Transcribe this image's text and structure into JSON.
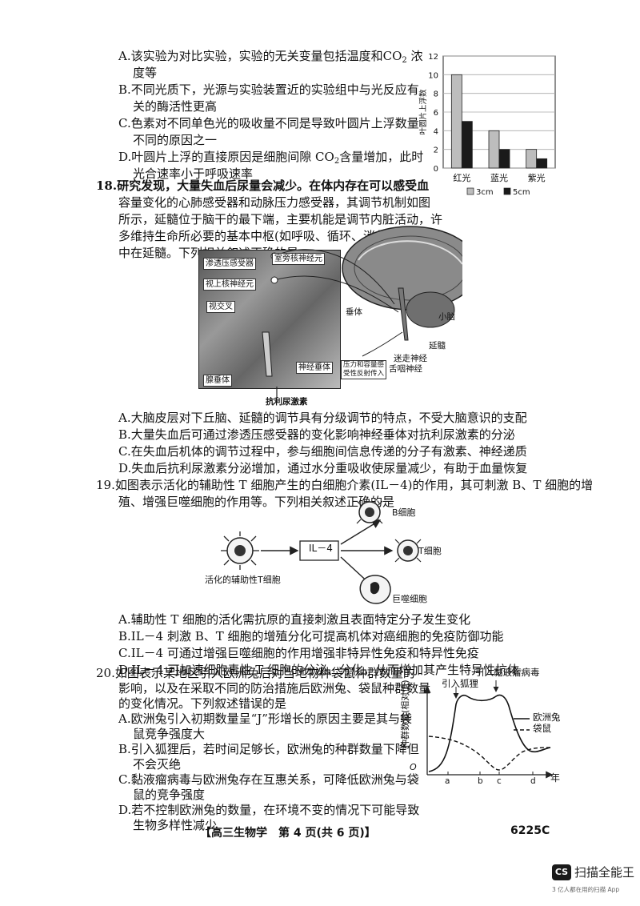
{
  "q17_options": {
    "A1": "A.该实验为对比实验，实验的无关变量包括温度和CO",
    "A1_sub": "2",
    "A1_tail": "浓",
    "A2": "度等",
    "B1": "B.不同光质下，光源与实验装置近的实验组中与光反应有",
    "B2": "关的酶活性更高",
    "C1": "C.色素对不同单色光的吸收量不同是导致叶圆片上浮数量",
    "C2": "不同的原因之一",
    "D1": "D.叶圆片上浮的直接原因是细胞间隙 CO",
    "D1_sub": "2",
    "D1_tail": "含量增加，此时",
    "D2": "光合速率小于呼吸速率"
  },
  "chart_data": {
    "type": "bar",
    "ylabel": "叶圆片上浮数",
    "categories": [
      "红光",
      "蓝光",
      "紫光"
    ],
    "series": [
      {
        "name": "3cm",
        "values": [
          10,
          4,
          2
        ],
        "color": "#bdbdbd"
      },
      {
        "name": "5cm",
        "values": [
          5,
          2,
          1
        ],
        "color": "#1a1a1a"
      }
    ],
    "ylim": [
      0,
      12
    ],
    "yticks": [
      "0",
      "2",
      "4",
      "6",
      "8",
      "10",
      "12"
    ],
    "legend_placement": "bottom"
  },
  "q18": {
    "l1": "18.研究发现，大量失血后尿量会减少。在体内存在可以感受血",
    "l2": "容量变化的心肺感受器和动脉压力感受器，其调节机制如图",
    "l3": "所示，延髓位于脑干的最下端，主要机能是调节内脏活动，许",
    "l4": "多维持生命所必要的基本中枢(如呼吸、循环、消化等)都集",
    "l5": "中在延髓。下列相关叙述正确的是",
    "figure_labels": {
      "osmo": "渗透压感受器",
      "pvn": "室旁核神经元",
      "son": "视上核神经元",
      "chiasm": "视交叉",
      "pituitary_gland": "腺垂体",
      "neurohypophysis": "神经垂体",
      "hypophysis": "垂体",
      "cerebellum": "小脑",
      "medulla": "延髓",
      "baro": "压力和容量感受性反射传入",
      "baro1": "压力和容量感",
      "baro2": "受性反射传入",
      "vagus": "迷走神经",
      "glosso": "舌咽神经",
      "adh": "抗利尿激素"
    },
    "A": "A.大脑皮层对下丘脑、延髓的调节具有分级调节的特点，不受大脑意识的支配",
    "B": "B.大量失血后可通过渗透压感受器的变化影响神经垂体对抗利尿激素的分泌",
    "C": "C.在失血后机体的调节过程中，参与细胞间信息传递的分子有激素、神经递质",
    "D": "D.失血后抗利尿激素分泌增加，通过水分重吸收使尿量减少，有助于血量恢复"
  },
  "q19": {
    "l1": "19.如图表示活化的辅助性 T 细胞产生的白细胞介素(IL－4)的作用，其可刺激 B、T 细胞的增",
    "l2": "殖、增强巨噬细胞的作用等。下列相关叙述正确的是",
    "figure_labels": {
      "il4": "IL－4",
      "b_cell": "B细胞",
      "t_cell": "T细胞",
      "macrophage": "巨噬细胞",
      "helper": "活化的辅助性T细胞"
    },
    "A": "A.辅助性 T 细胞的活化需抗原的直接刺激且表面特定分子发生变化",
    "B": "B.IL－4 刺激 B、T 细胞的增殖分化可提高机体对癌细胞的免疫防御功能",
    "C": "C.IL－4 可通过增强巨噬细胞的作用增强非特异性免疫和特异性免疫",
    "D": "D.IL－4 可加速细胞毒性 T 细胞的分泌、分化，从而增加其产生特异性抗体"
  },
  "q20": {
    "l1": "20.如图表示某地区引入欧洲兔后对当地物种袋鼠种群数量的",
    "l2": "影响，以及在采取不同的防治措施后欧洲兔、袋鼠种群数量",
    "l3": "的变化情况。下列叙述错误的是",
    "A1": "A.欧洲兔引入初期数量呈“J”形增长的原因主要是其与袋",
    "A2": "鼠竞争强度大",
    "B1": "B.引入狐狸后，若时间足够长，欧洲兔的种群数量下降但",
    "B2": "不会灭绝",
    "C1": "C.黏液瘤病毒与欧洲兔存在互惠关系，可降低欧洲兔与袋",
    "C2": "鼠的竞争强度",
    "D1": "D.若不控制欧洲兔的数量，在环境不变的情况下可能导致",
    "D2": "生物多样性减少",
    "figure_labels": {
      "ylabel": "种群数量(相对值)",
      "xlabel": "年",
      "origin": "O",
      "a": "a",
      "b": "b",
      "c": "c",
      "d": "d",
      "fox": "引入狐狸",
      "virus": "引入黏液瘤病毒",
      "rabbit": "欧洲兔",
      "kangaroo": "袋鼠"
    }
  },
  "footer": {
    "title": "【高三生物学　第 4 页(共 6 页)】",
    "code": "6225C"
  },
  "watermark": {
    "logo": "CS",
    "name": "扫描全能王",
    "sub": "3 亿人都在用的扫描 App"
  }
}
